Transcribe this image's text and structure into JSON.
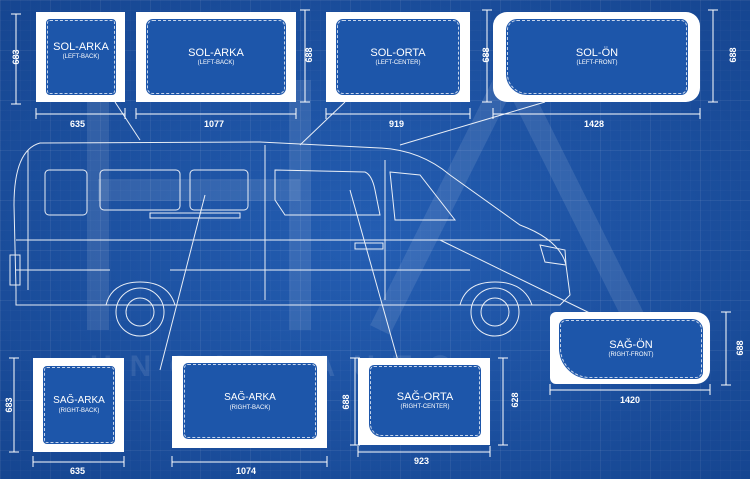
{
  "colors": {
    "background": "#1c55a8",
    "line": "#ffffff",
    "panel": "#ffffff",
    "glass": "#1d56aa"
  },
  "windows": {
    "left_back": {
      "name": "SOL-ARKA",
      "sub": "(LEFT-BACK)",
      "width": "635",
      "height": "683"
    },
    "left_back2": {
      "name": "SOL-ARKA",
      "sub": "(LEFT-BACK)",
      "width": "1077"
    },
    "left_center": {
      "name": "SOL-ORTA",
      "sub": "(LEFT-CENTER)",
      "width": "919",
      "height": "688"
    },
    "left_front": {
      "name": "SOL-ÖN",
      "sub": "(LEFT-FRONT)",
      "width": "1428",
      "height": "688",
      "height_left": "688"
    },
    "right_front": {
      "name": "SAĞ-ÖN",
      "sub": "(RIGHT-FRONT)",
      "width": "1420",
      "height": "688"
    },
    "right_back": {
      "name": "SAĞ-ARKA",
      "sub": "(RIGHT-BACK)",
      "width": "635",
      "height": "683"
    },
    "right_back2": {
      "name": "SAĞ-ARKA",
      "sub": "(RIGHT-BACK)",
      "width": "1074",
      "height": "688"
    },
    "right_center": {
      "name": "SAĞ-ORTA",
      "sub": "(RIGHT-CENTER)",
      "width": "923",
      "height": "628"
    }
  },
  "watermark": "UNCAR AUTO",
  "icons": {
    "van": "van-outline-icon",
    "logo": "brand-logo-mark"
  }
}
